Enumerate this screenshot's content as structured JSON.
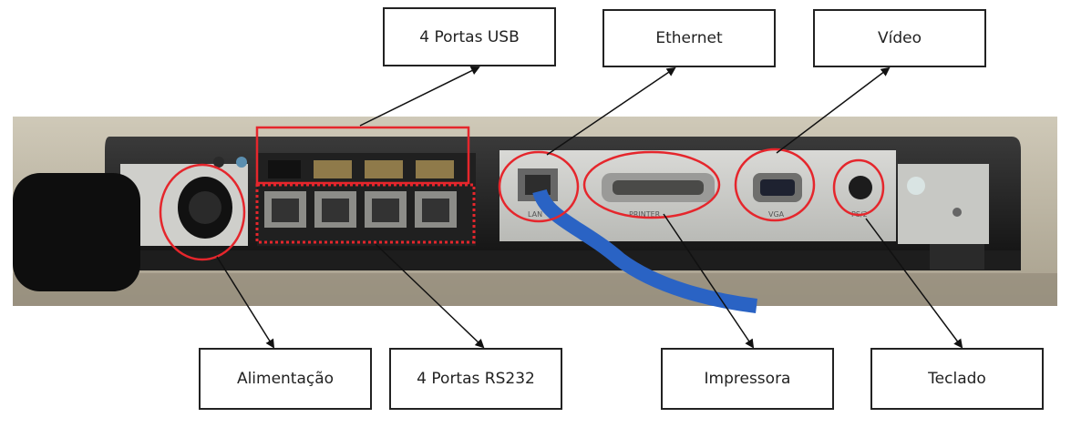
{
  "labels": {
    "usb": "4 Portas USB",
    "ethernet": "Ethernet",
    "video": "Vídeo",
    "power": "Alimentação",
    "rs232": "4 Portas RS232",
    "printer": "Impressora",
    "keyboard": "Teclado"
  },
  "device_markings": {
    "lan": "LAN",
    "printer": "PRINTER",
    "vga": "VGA",
    "ps2": "PS/2"
  },
  "colors": {
    "highlight": "#e5262c",
    "cable": "#2a63c4",
    "arrow": "#111111"
  }
}
